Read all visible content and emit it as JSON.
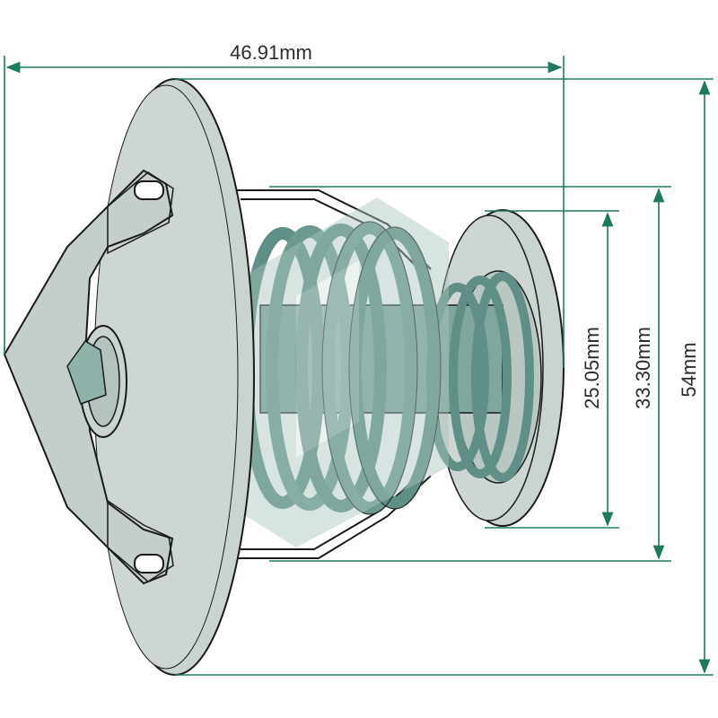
{
  "dimensions": {
    "overall_width": "46.91mm",
    "flange_diameter": "54mm",
    "frame_width": "33.30mm",
    "valve_diameter": "25.05mm"
  },
  "colors": {
    "dimension_line": "#1e7a5f",
    "part_fill": "#c9d3cf",
    "part_stroke": "#1a1a1a",
    "spring": "#5f8f86",
    "watermark": "#a9c4bd"
  }
}
